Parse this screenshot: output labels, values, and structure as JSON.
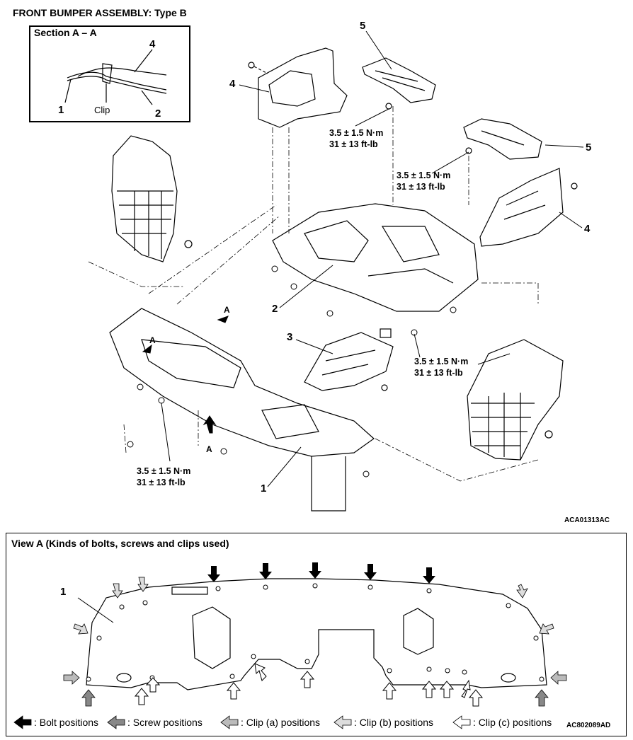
{
  "header": {
    "title": "FRONT BUMPER ASSEMBLY: Type B"
  },
  "section": {
    "title": "Section A – A",
    "labels": {
      "n1": "1",
      "n2": "2",
      "n4": "4",
      "clip": "Clip"
    }
  },
  "callouts": {
    "n1": "1",
    "n2": "2",
    "n3": "3",
    "n4a": "4",
    "n4b": "4",
    "n5a": "5",
    "n5b": "5"
  },
  "view_markers": {
    "a1": "A",
    "a2": "A",
    "a3": "A"
  },
  "torque": {
    "line1": "3.5 ± 1.5 N·m",
    "line2": "31 ± 13 ft-lb"
  },
  "codes": {
    "top": "ACA01313AC",
    "bottom": "AC802089AD"
  },
  "view_a": {
    "title": "View A (Kinds of bolts, screws and clips used)",
    "part_number": "1"
  },
  "legend": {
    "bolt": ": Bolt positions",
    "screw": ": Screw positions",
    "clip_a": ": Clip (a) positions",
    "clip_b": ": Clip (b) positions",
    "clip_c": ": Clip (c) positions"
  }
}
